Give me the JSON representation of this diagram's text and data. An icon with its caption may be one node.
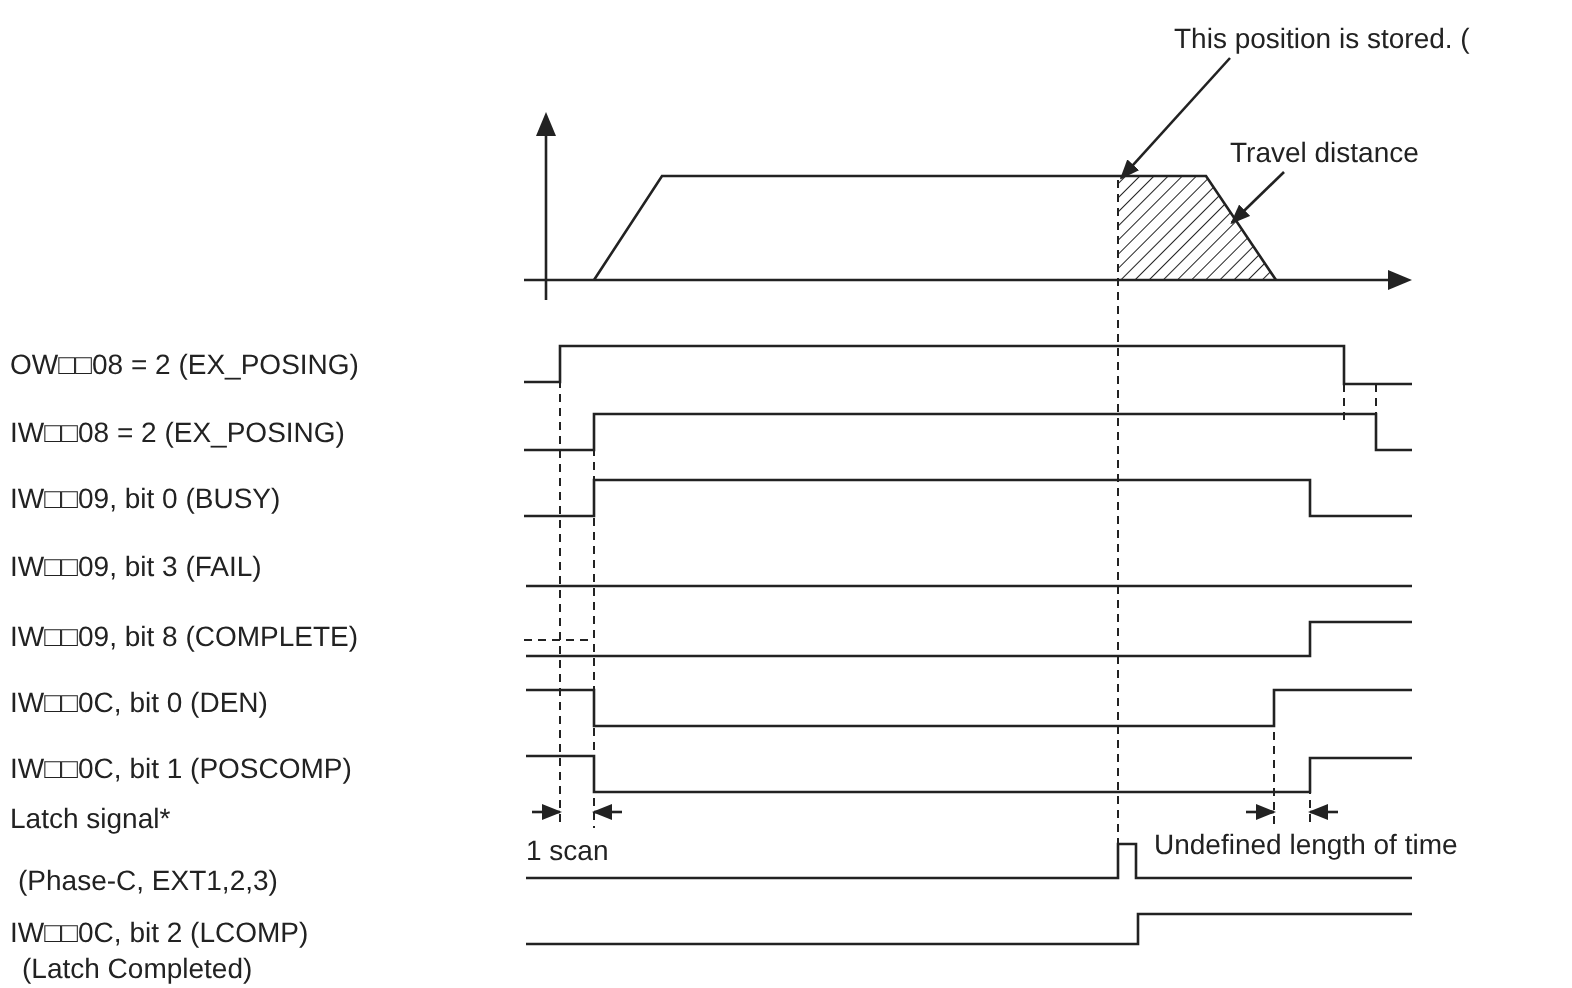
{
  "diagram": {
    "nodes": [
      {
        "text": [
          "This position is stored. ("
        ]
      },
      {
        "text": [
          "Travel distance"
        ]
      },
      {
        "text": [],
        "shape": "trapezoid"
      }
    ],
    "edges": [
      {
        "from": 0,
        "to": 2,
        "arrow": "to"
      },
      {
        "from": 1,
        "to": 2,
        "arrow": "to"
      }
    ],
    "labels": [
      "OW□□08 = 2 (EX_POSING)",
      "IW□□08 = 2 (EX_POSING)",
      "IW□□09, bit 0 (BUSY)",
      "IW□□09, bit 3 (FAIL)",
      "IW□□09, bit 8 (COMPLETE)",
      "IW□□0C, bit 0 (DEN)",
      "IW□□0C, bit 1 (POSCOMP)",
      "Latch signal*",
      "1 scan",
      "Undefined length of time",
      "(Phase-C, EXT1,2,3)",
      "IW□□0C, bit 2 (LCOMP)",
      "(Latch Completed)"
    ]
  }
}
